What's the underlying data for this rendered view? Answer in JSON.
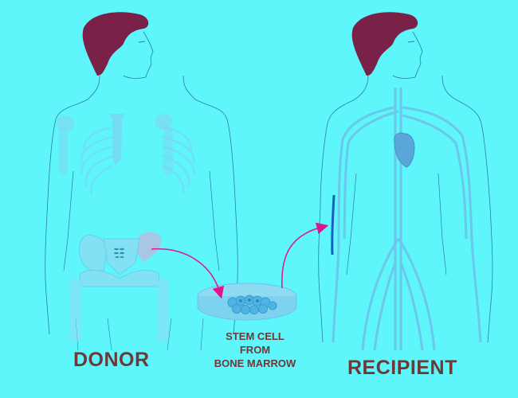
{
  "figure": {
    "title": "Stem cell transplant: donor to recipient",
    "background_color": "#5ef5fb",
    "hair_color": "#7a2148",
    "label_color": "#6b3a37",
    "arrow_color": "#e0148c"
  },
  "labels": {
    "donor": "DONOR",
    "recipient": "RECIPIENT",
    "dish_line1": "STEM CELL",
    "dish_line2": "FROM",
    "dish_line3": "BONE MARROW"
  },
  "figures": [
    {
      "role": "donor",
      "shows": "skeleton (ribcage, pelvis, femurs)",
      "highlight": "iliac crest of pelvis"
    },
    {
      "role": "recipient",
      "shows": "circulatory system (heart, veins)",
      "highlight": "arm vein"
    }
  ],
  "arrows": [
    {
      "from": "donor pelvis",
      "to": "petri dish"
    },
    {
      "from": "petri dish",
      "to": "recipient arm vein"
    }
  ]
}
